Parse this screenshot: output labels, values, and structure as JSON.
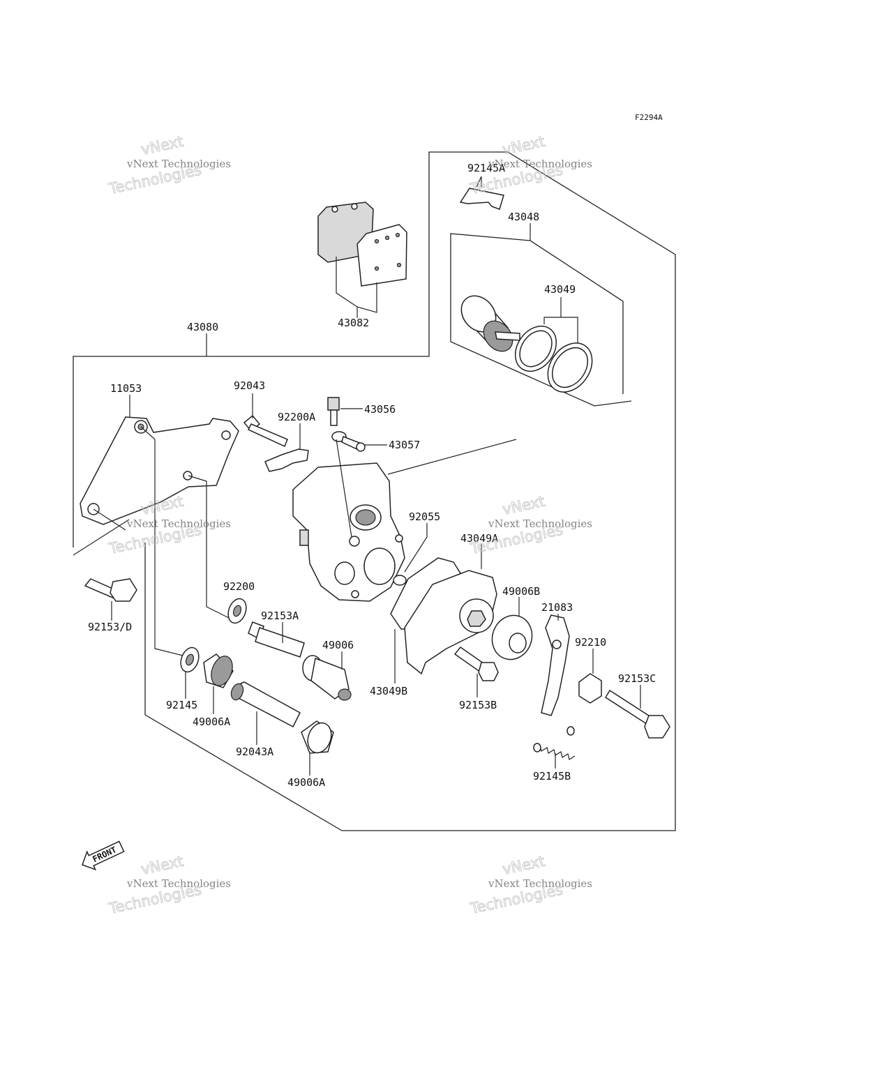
{
  "diagram": {
    "code": "F2294A",
    "front_label": "FRONT",
    "watermark": {
      "line1": "vNext Technologies",
      "line2": "vNext",
      "line3": "Technologies"
    },
    "labels": {
      "p92145A": "92145A",
      "p43048": "43048",
      "p43049": "43049",
      "p43082": "43082",
      "p43080": "43080",
      "p11053": "11053",
      "p92043": "92043",
      "p92200A": "92200A",
      "p43056": "43056",
      "p43057": "43057",
      "p92055": "92055",
      "p43049A": "43049A",
      "p49006B": "49006B",
      "p21083": "21083",
      "p92210": "92210",
      "p92153C": "92153C",
      "p92200": "92200",
      "p92153A": "92153A",
      "p49006": "49006",
      "p92153D": "92153/D",
      "p92145": "92145",
      "p49006A_1": "49006A",
      "p92043A": "92043A",
      "p49006A_2": "49006A",
      "p43049B": "43049B",
      "p92153B": "92153B",
      "p92145B": "92145B"
    }
  }
}
